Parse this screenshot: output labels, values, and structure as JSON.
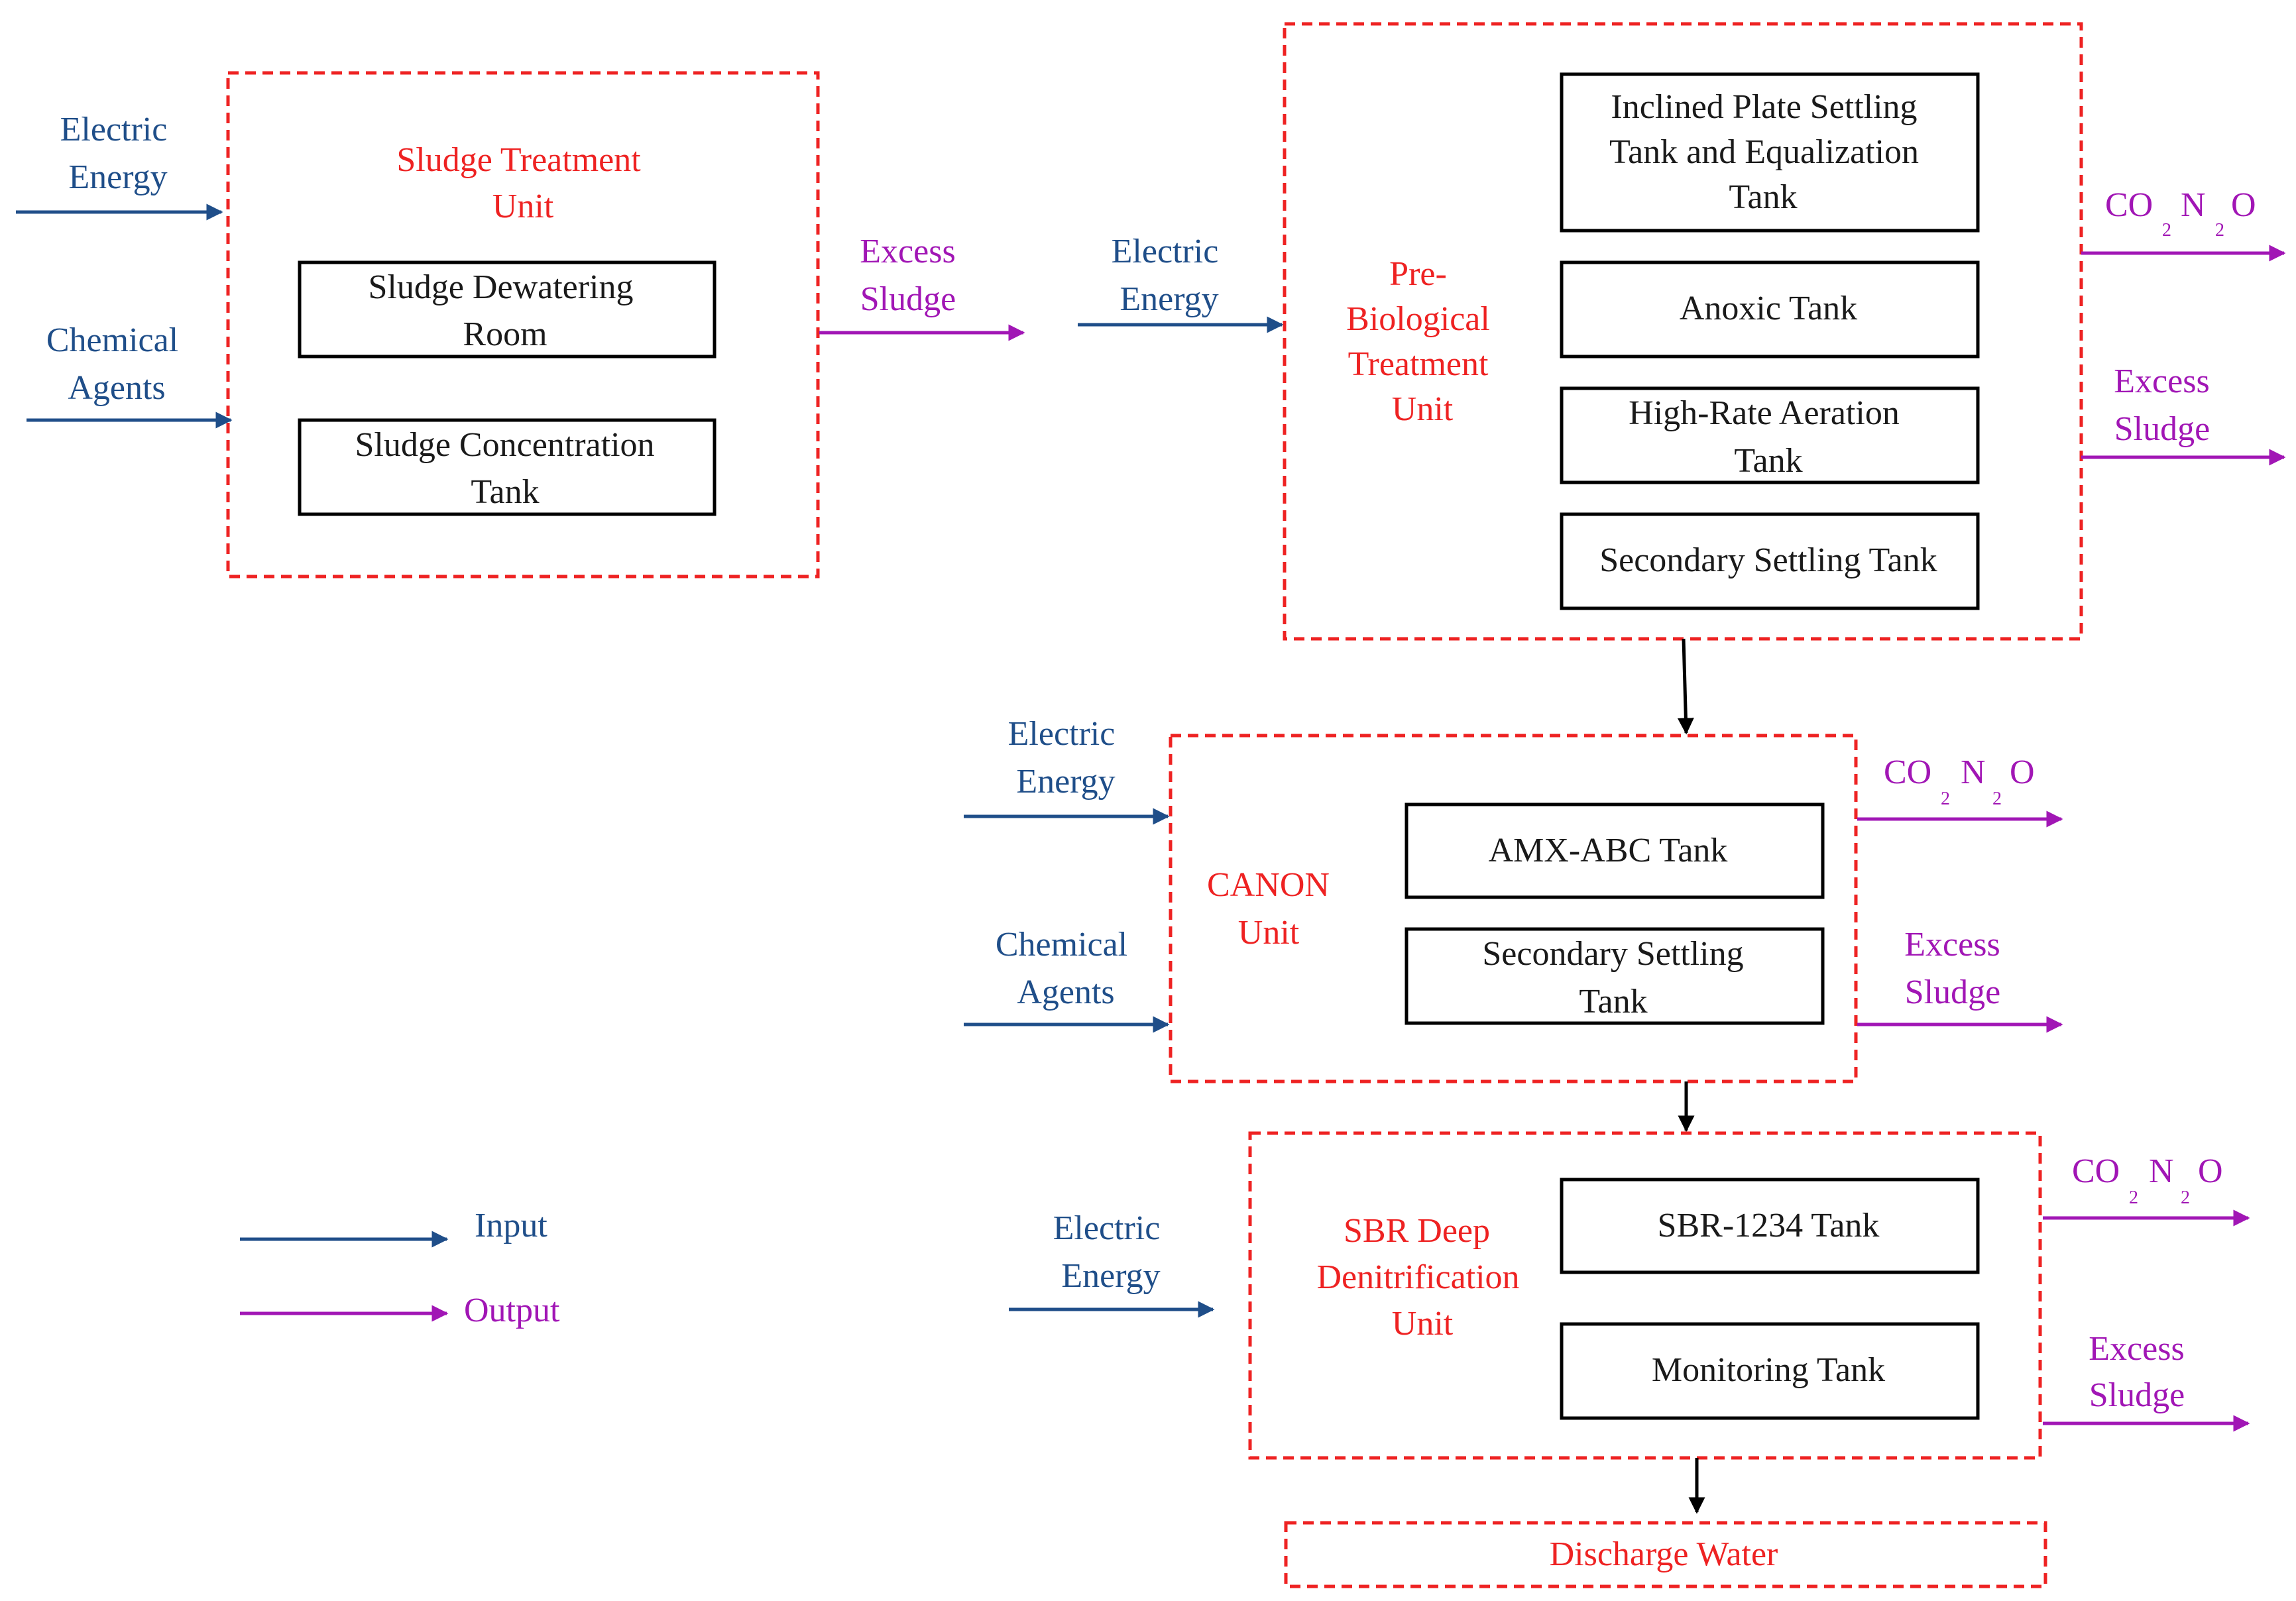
{
  "labels": {
    "electric_energy": [
      "Electric",
      "Energy"
    ],
    "chemical_agents": [
      "Chemical",
      "Agents"
    ],
    "excess_sludge": [
      "Excess",
      "Sludge"
    ]
  },
  "units": {
    "sludge_treatment": {
      "title": [
        "Sludge Treatment",
        "Unit"
      ],
      "components": [
        [
          "Sludge Dewatering",
          "Room"
        ],
        [
          "Sludge Concentration",
          "Tank"
        ]
      ]
    },
    "pre_biological": {
      "title": [
        "Pre-",
        "Biological",
        "Treatment",
        "Unit"
      ],
      "components": [
        [
          "Inclined Plate Settling",
          "Tank and Equalization",
          "Tank"
        ],
        [
          "Anoxic Tank"
        ],
        [
          "High-Rate Aeration",
          "Tank"
        ],
        [
          "Secondary Settling Tank"
        ]
      ]
    },
    "canon": {
      "title": [
        "CANON",
        "Unit"
      ],
      "components": [
        [
          "AMX-ABC Tank"
        ],
        [
          "Secondary Settling",
          "Tank"
        ]
      ]
    },
    "sbr": {
      "title": [
        "SBR Deep",
        "Denitrification",
        "Unit"
      ],
      "components": [
        [
          "SBR-1234 Tank"
        ],
        [
          "Monitoring Tank"
        ]
      ]
    },
    "discharge": {
      "title": "Discharge Water"
    }
  },
  "emissions": {
    "co": "CO",
    "n": "N",
    "o": "O",
    "subscript": "2"
  },
  "legend": {
    "input": "Input",
    "output": "Output"
  },
  "colors": {
    "input": "#1f4e89",
    "output": "#a116b5",
    "unit": "#ee2222",
    "box": "#000000"
  }
}
